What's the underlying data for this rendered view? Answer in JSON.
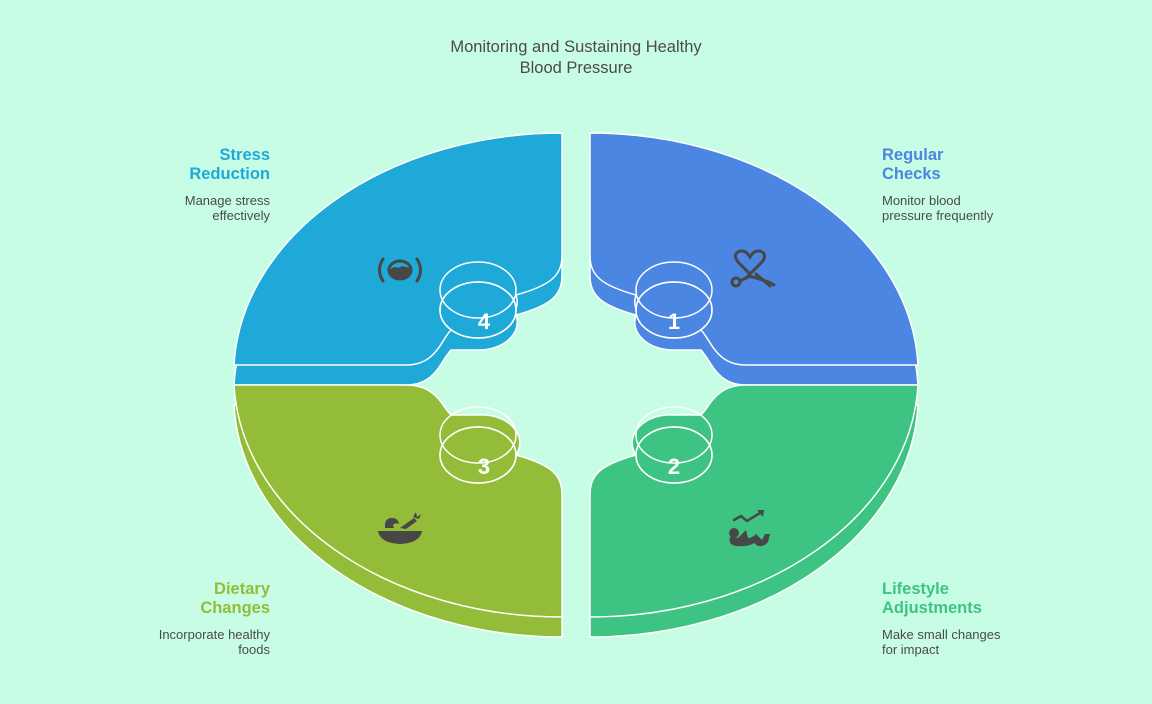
{
  "title": {
    "line1": "Monitoring and Sustaining Healthy",
    "line2": "Blood Pressure"
  },
  "colors": {
    "background": "#c8fde5",
    "regular_checks": "#4b86e3",
    "lifestyle_adjustments": "#3dc482",
    "dietary_changes": "#93bc39",
    "stress_reduction": "#1fa9d9",
    "text": "#4a4a4a",
    "icon": "#474747"
  },
  "segments": [
    {
      "number": "1",
      "heading_line1": "Regular",
      "heading_line2": "Checks",
      "description_line1": "Monitor blood",
      "description_line2": "pressure frequently",
      "icon": "stethoscope-heart-icon"
    },
    {
      "number": "2",
      "heading_line1": "Lifestyle",
      "heading_line2": "Adjustments",
      "description_line1": "Make small changes",
      "description_line2": "for impact",
      "icon": "trending-up-runner-icon"
    },
    {
      "number": "3",
      "heading_line1": "Dietary",
      "heading_line2": "Changes",
      "description_line1": "Incorporate healthy",
      "description_line2": "foods",
      "icon": "salad-bowl-icon"
    },
    {
      "number": "4",
      "heading_line1": "Stress",
      "heading_line2": "Reduction",
      "description_line1": "Manage stress",
      "description_line2": "effectively",
      "icon": "calm-mind-icon"
    }
  ]
}
